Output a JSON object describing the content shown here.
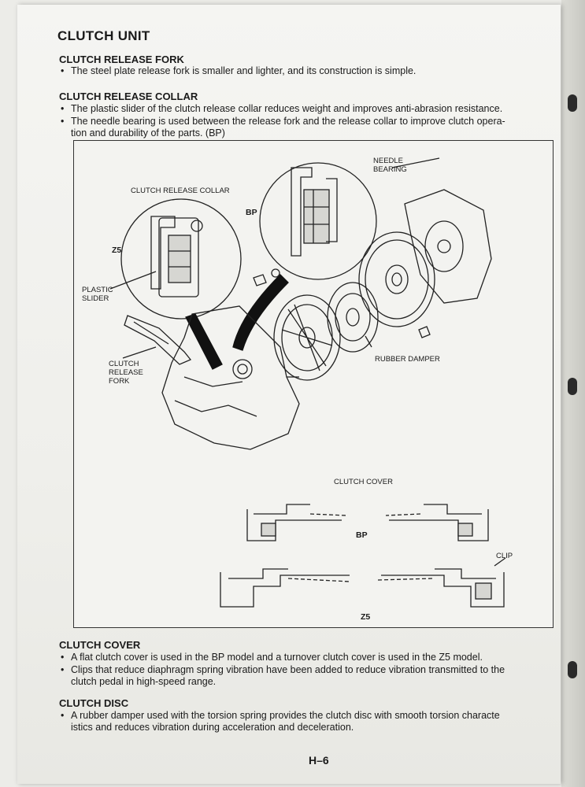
{
  "title": "CLUTCH UNIT",
  "release_fork": {
    "heading": "CLUTCH RELEASE FORK",
    "bullets": [
      "The steel plate release fork is smaller and lighter, and its construction is simple."
    ]
  },
  "release_collar": {
    "heading": "CLUTCH RELEASE COLLAR",
    "bullet1": "The plastic slider of the clutch release collar reduces weight and improves anti-abrasion resistance.",
    "bullet2_line1": "The needle bearing is used between the release fork and the release collar to improve clutch opera-",
    "bullet2_line2": "tion and durability of the parts. (BP)"
  },
  "figure": {
    "labels": {
      "needle_bearing_1": "NEEDLE",
      "needle_bearing_2": "BEARING",
      "release_collar": "CLUTCH RELEASE COLLAR",
      "bp_top": "BP",
      "z5_top": "Z5",
      "plastic_1": "PLASTIC",
      "plastic_2": "SLIDER",
      "fork_1": "CLUTCH",
      "fork_2": "RELEASE",
      "fork_3": "FORK",
      "rubber_damper": "RUBBER DAMPER",
      "clutch_cover": "CLUTCH COVER",
      "bp_bottom": "BP",
      "clip": "CLIP",
      "z5_bottom": "Z5"
    }
  },
  "clutch_cover": {
    "heading": "CLUTCH COVER",
    "bullet1": "A flat clutch cover is used in the BP model and a turnover clutch cover is used in the Z5 model.",
    "bullet2_line1": "Clips that reduce diaphragm spring vibration have been added to reduce vibration transmitted to the",
    "bullet2_line2": "clutch pedal in high-speed range."
  },
  "clutch_disc": {
    "heading": "CLUTCH DISC",
    "bullet1_line1": "A rubber damper used with the torsion spring provides the clutch disc with smooth torsion characte",
    "bullet1_line2": "istics and reduces vibration during acceleration and deceleration."
  },
  "page_number": "H–6"
}
